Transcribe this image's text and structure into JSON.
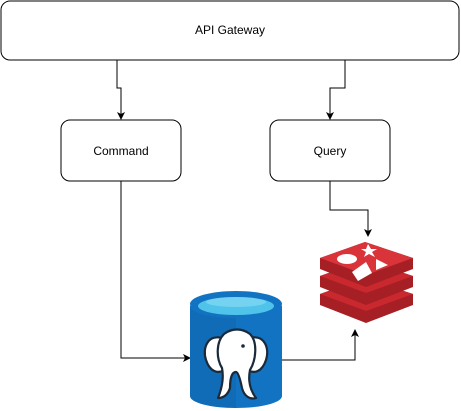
{
  "nodes": {
    "gateway": {
      "label": "API Gateway"
    },
    "command": {
      "label": "Command"
    },
    "query": {
      "label": "Query"
    },
    "postgres": {
      "icon": "postgresql-database-icon"
    },
    "redis": {
      "icon": "redis-cache-icon"
    }
  },
  "colors": {
    "stroke": "#000000",
    "box_fill": "#ffffff",
    "db_blue": "#1273c2",
    "db_blue_dark": "#0d5fa3",
    "db_water": "#4fc3ea",
    "redis_red": "#c8282e",
    "redis_dark": "#a51f24"
  },
  "edges": [
    {
      "from": "gateway",
      "to": "command"
    },
    {
      "from": "gateway",
      "to": "query"
    },
    {
      "from": "command",
      "to": "postgres"
    },
    {
      "from": "query",
      "to": "redis"
    },
    {
      "from": "postgres",
      "to": "redis"
    }
  ]
}
